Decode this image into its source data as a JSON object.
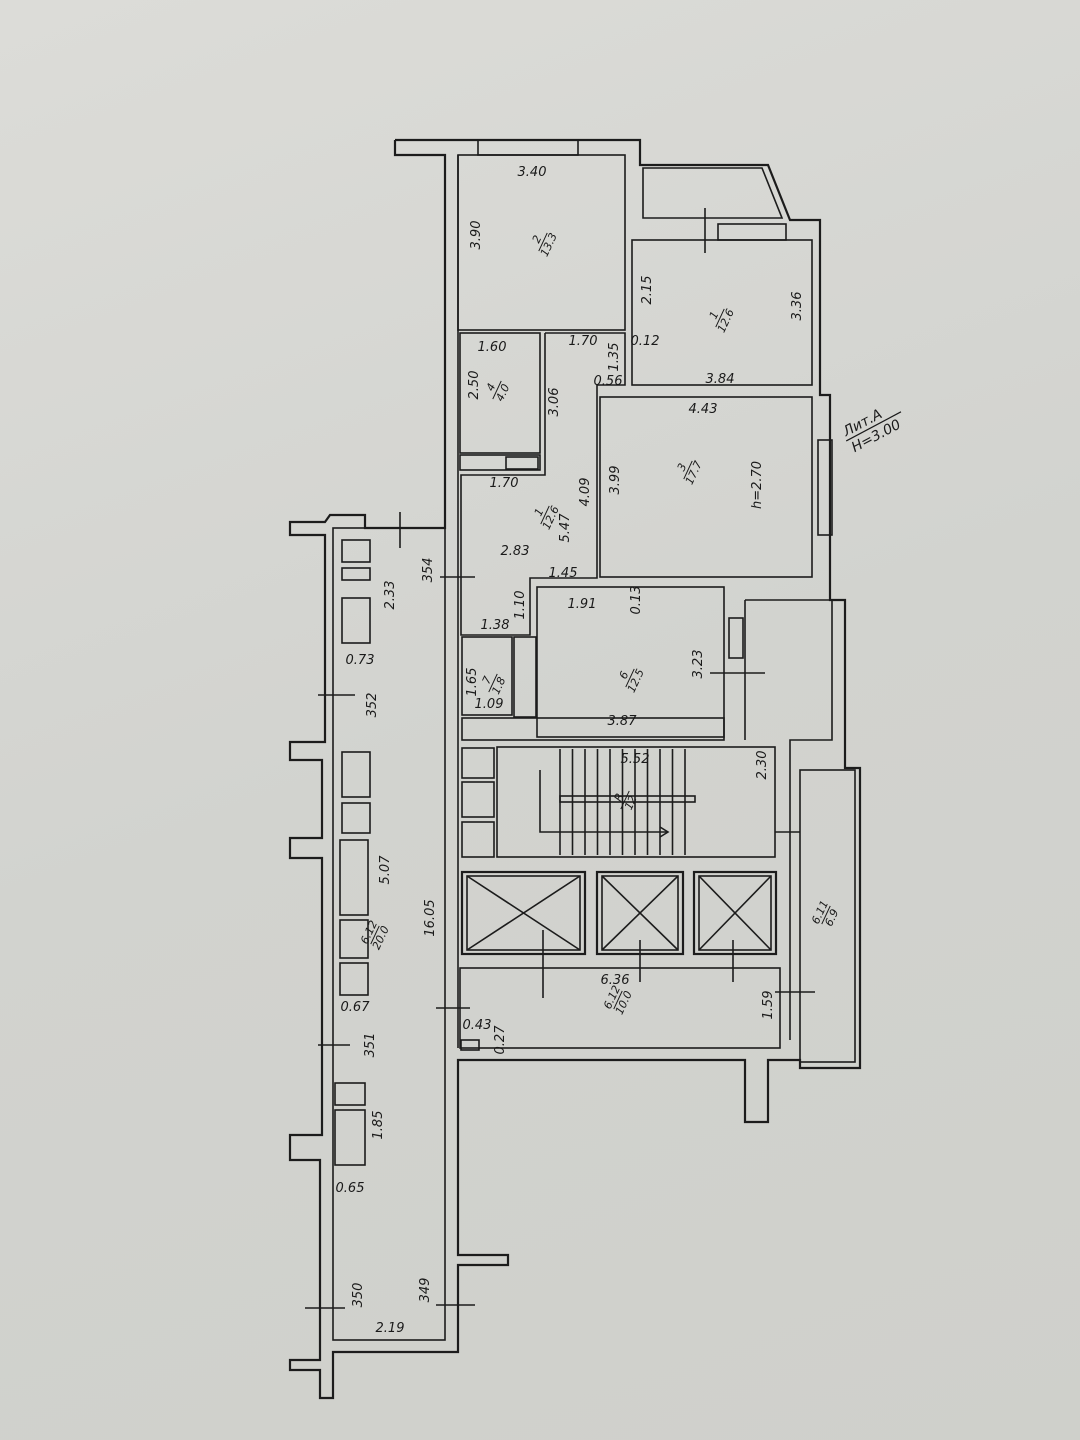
{
  "plan": {
    "title_line1": "Лит.А",
    "title_line2": "H=3.00",
    "dims": [
      "3.40",
      "3.90",
      "1.60",
      "2.50",
      "1.70",
      "1.35",
      "0.12",
      "0.56",
      "3.06",
      "2.15",
      "3.36",
      "3.84",
      "4.43",
      "4.09",
      "3.99",
      "h=2.70",
      "1.70",
      "5.47",
      "2.83",
      "1.45",
      "1.10",
      "1.38",
      "1.91",
      "0.13",
      "3.23",
      "3.87",
      "1.65",
      "1.09",
      "5.52",
      "2.30",
      "6.36",
      "1.59",
      "0.43",
      "0.27",
      "354",
      "2.33",
      "0.73",
      "352",
      "5.07",
      "16.05",
      "0.67",
      "351",
      "1.85",
      "0.65",
      "350",
      "349",
      "2.19"
    ],
    "rooms": [
      {
        "num": "2",
        "area": "13.3"
      },
      {
        "num": "4",
        "area": "4.0"
      },
      {
        "num": "1",
        "area": "12.6"
      },
      {
        "num": "3",
        "area": "17.7"
      },
      {
        "num": "1",
        "area": "12.6"
      },
      {
        "num": "7",
        "area": "1.8"
      },
      {
        "num": "6",
        "area": "12.5"
      },
      {
        "num": "R",
        "area": "12"
      },
      {
        "num": "6.12",
        "area": "20.0"
      },
      {
        "num": "6.12",
        "area": "10.0"
      },
      {
        "num": "6.11",
        "area": "6.9"
      }
    ]
  }
}
